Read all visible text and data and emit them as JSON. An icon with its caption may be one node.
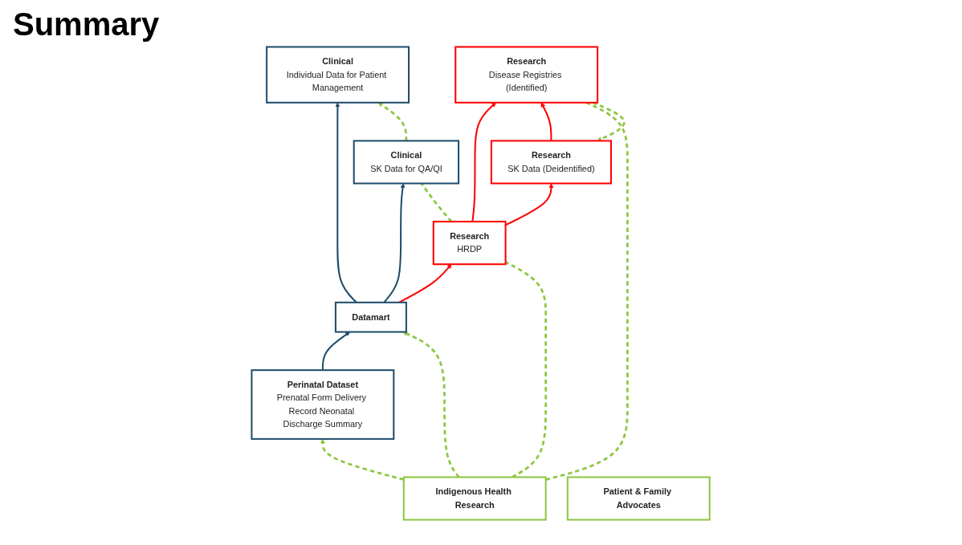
{
  "diagram": {
    "title": "Summary",
    "nodes": [
      {
        "text": [
          "Perinatal Dataset",
          "Prenatal Form Delivery Record Neonatal Discharge Summary"
        ]
      },
      {
        "text": [
          "Datamart"
        ]
      },
      {
        "text": [
          "Clinical",
          "Individual Data for Patient Management"
        ]
      },
      {
        "text": [
          "Clinical",
          "SK Data for QA/QI"
        ]
      },
      {
        "text": [
          "Research",
          "SK Data (Deidentified)"
        ]
      },
      {
        "text": [
          "Research",
          "HRDP"
        ]
      },
      {
        "text": [
          "Research",
          "Disease Registries (Identified)"
        ]
      },
      {
        "text": [
          "Indigenous Health Research"
        ]
      },
      {
        "text": [
          "Patient & Family Advocates"
        ]
      }
    ],
    "edges": [
      {
        "from": 0,
        "to": 1,
        "arrow": "to",
        "color": "#1f4e6b"
      },
      {
        "from": 1,
        "to": 2,
        "arrow": "to",
        "color": "#1f4e6b"
      },
      {
        "from": 1,
        "to": 3,
        "arrow": "to",
        "color": "#1f4e6b"
      },
      {
        "from": 1,
        "to": 5,
        "arrow": "to",
        "color": "#ff0000"
      },
      {
        "from": 5,
        "to": 4,
        "arrow": "to",
        "color": "#ff0000"
      },
      {
        "from": 5,
        "to": 6,
        "arrow": "to",
        "color": "#ff0000"
      },
      {
        "from": 4,
        "to": 6,
        "arrow": "to",
        "color": "#ff0000"
      },
      {
        "from": 7,
        "to": 0,
        "arrow": "to",
        "style": "dashed",
        "color": "#8dc63f"
      },
      {
        "from": 7,
        "to": 1,
        "arrow": "to",
        "style": "dashed",
        "color": "#8dc63f"
      },
      {
        "from": 7,
        "to": 5,
        "arrow": "none",
        "style": "dashed",
        "color": "#8dc63f"
      },
      {
        "from": 5,
        "to": 3,
        "arrow": "none",
        "style": "dashed",
        "color": "#8dc63f"
      },
      {
        "from": 3,
        "to": 2,
        "arrow": "to",
        "style": "dashed",
        "color": "#8dc63f"
      },
      {
        "from": 7,
        "to": 6,
        "arrow": "none",
        "style": "dashed",
        "color": "#8dc63f"
      },
      {
        "from": 6,
        "to": 4,
        "arrow": "to",
        "style": "dashed",
        "color": "#8dc63f"
      }
    ]
  }
}
